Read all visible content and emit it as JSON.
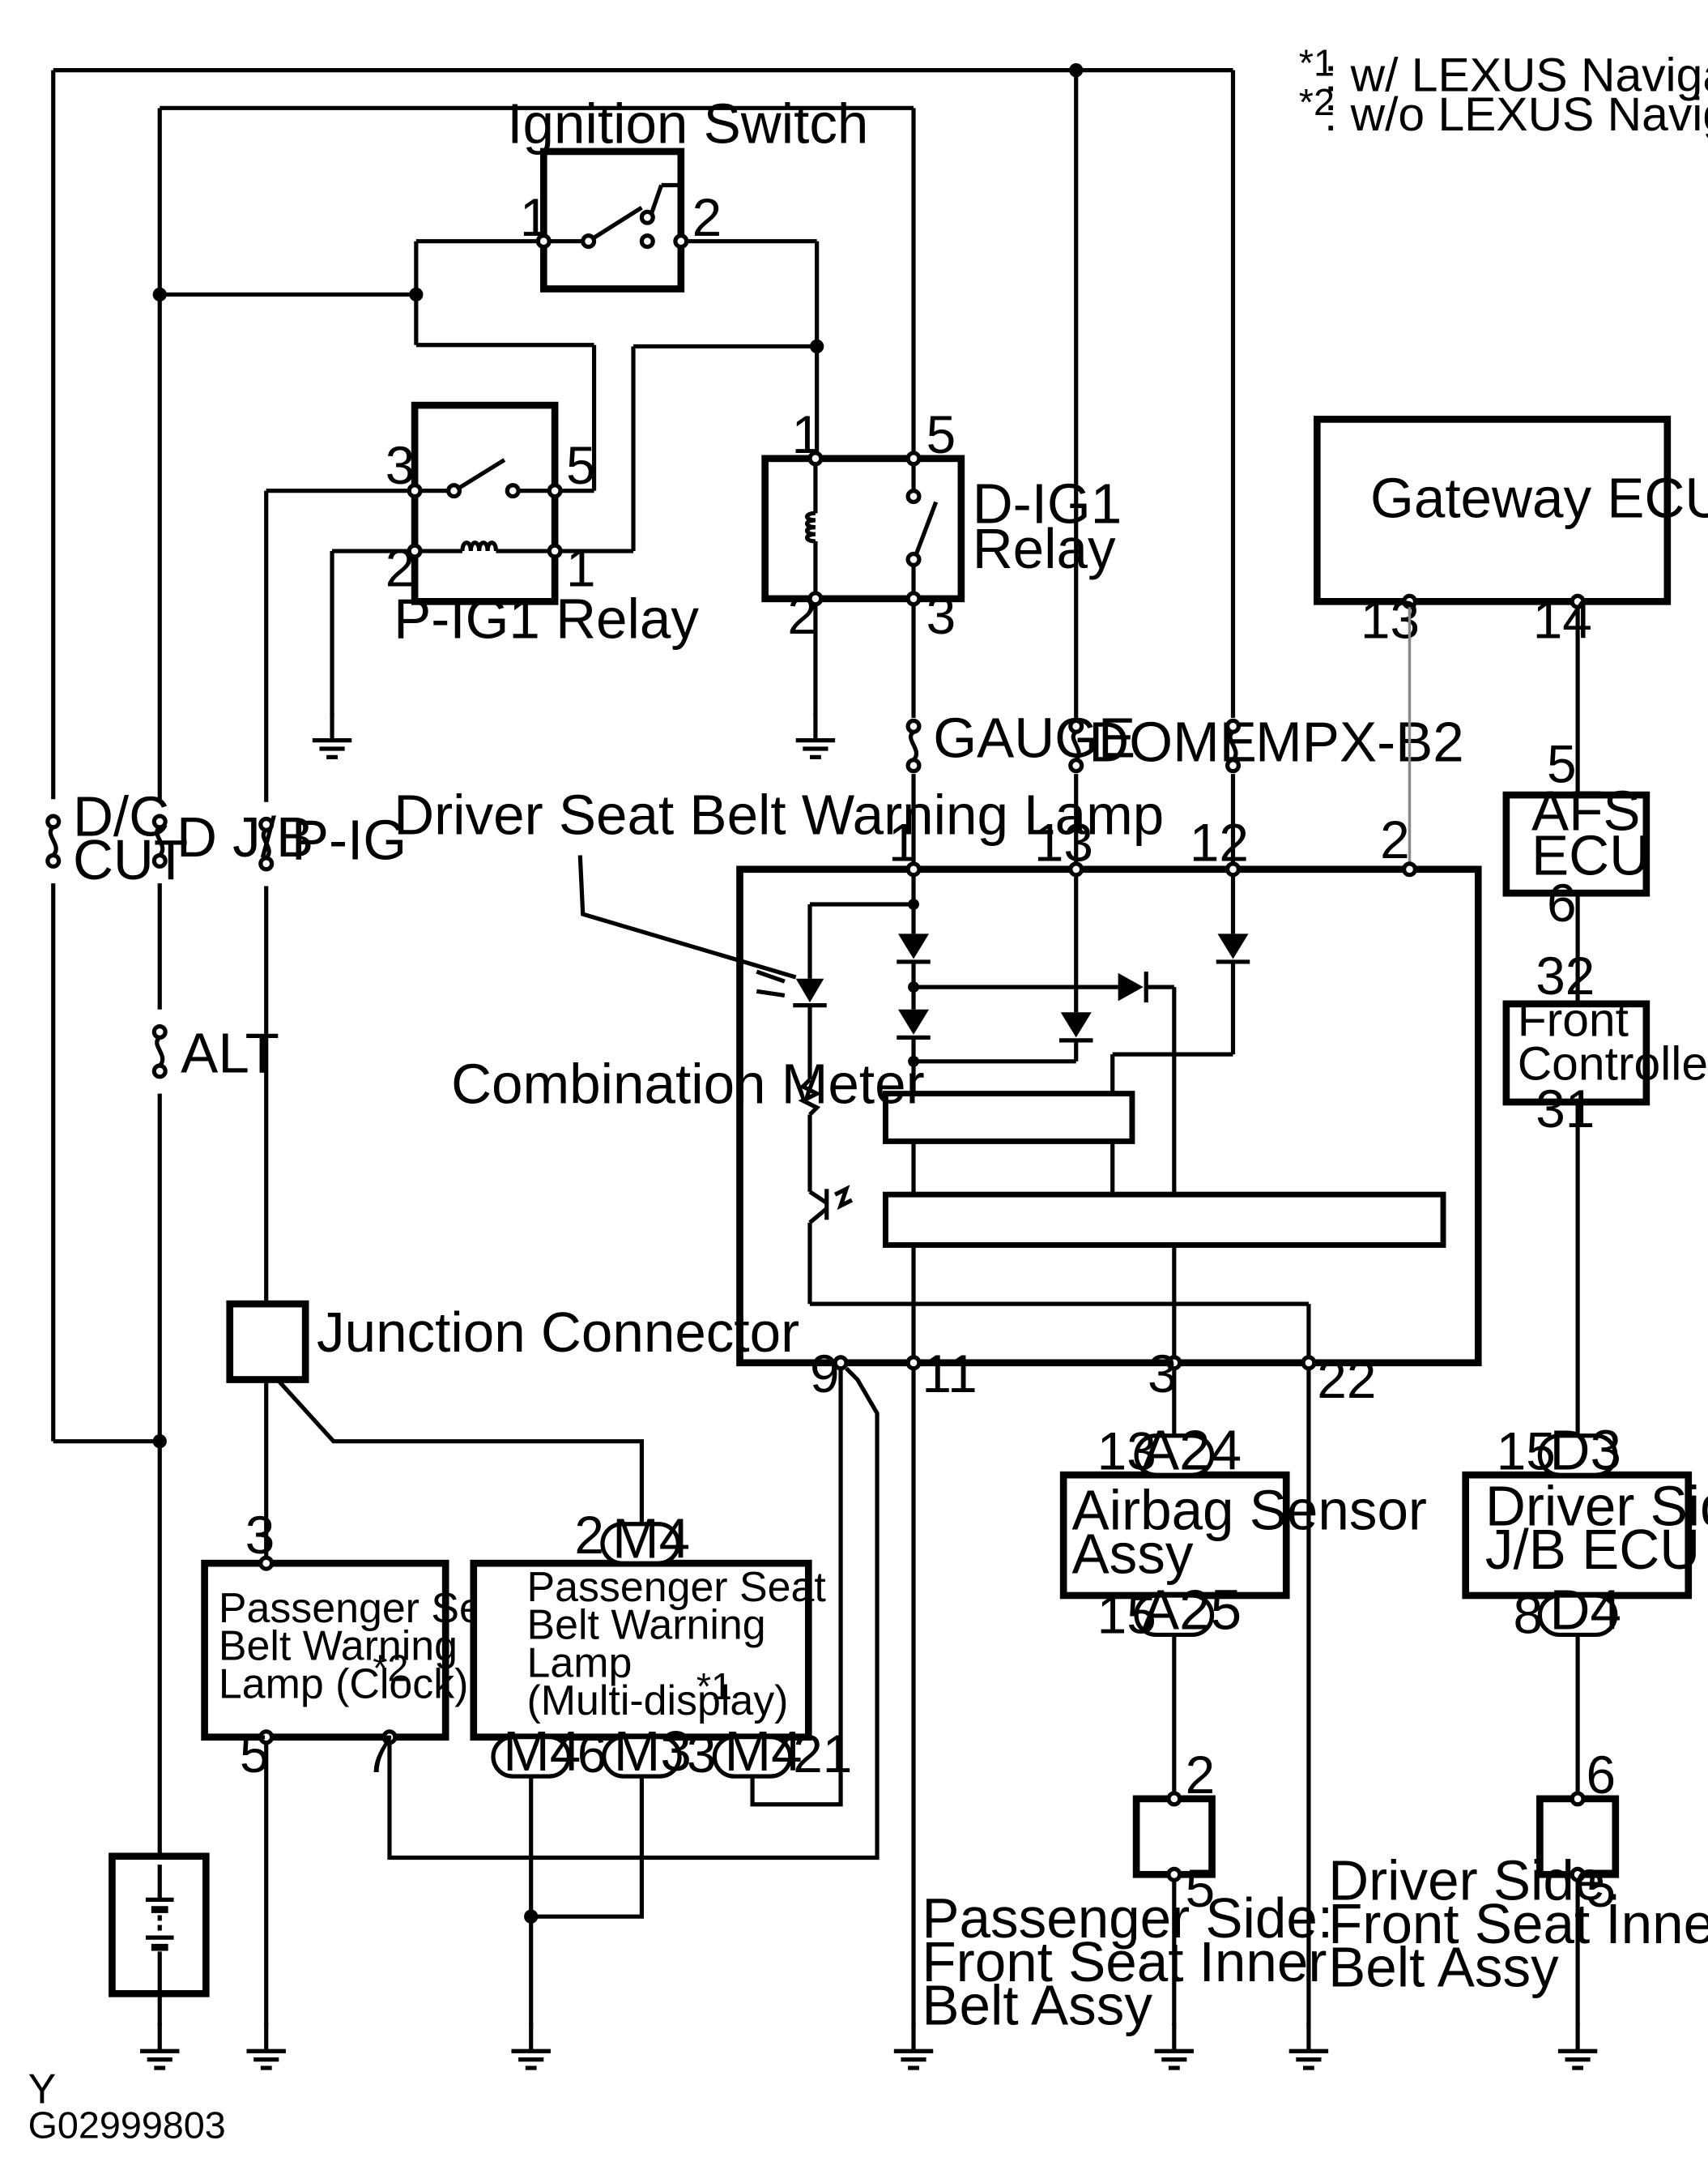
{
  "notes": {
    "n1_mark": "*1",
    "n1_text": ": w/ LEXUS Navigation",
    "n2_mark": "*2",
    "n2_text": ": w/o LEXUS Navigation"
  },
  "components": {
    "ignition_switch": "Ignition Switch",
    "p_ig1_relay": "P-IG1  Relay",
    "d_ig1_relay_l1": "D-IG1",
    "d_ig1_relay_l2": "Relay",
    "gateway_ecu": "Gateway ECU",
    "afs_ecu_l1": "AFS",
    "afs_ecu_l2": "ECU",
    "front_controller_l1": "Front",
    "front_controller_l2": "Controller",
    "combination_meter": "Combination Meter",
    "driver_seat_belt_warning_lamp": "Driver Seat Belt Warning Lamp",
    "junction_connector": "Junction Connector",
    "airbag_sensor_l1": "Airbag Sensor",
    "airbag_sensor_l2": "Assy",
    "driver_jb_ecu_l1": "Driver Side",
    "driver_jb_ecu_l2": "J/B ECU",
    "pass_lamp_clock_l1": "Passenger Seat",
    "pass_lamp_clock_l2": "Belt Warning",
    "pass_lamp_clock_l3": "Lamp (Clock)",
    "pass_lamp_clock_sup": "*2",
    "pass_lamp_multi_l1": "Passenger Seat",
    "pass_lamp_multi_l2": "Belt Warning",
    "pass_lamp_multi_l3": "Lamp",
    "pass_lamp_multi_l4": "(Multi-display)",
    "pass_lamp_multi_sup": "*1",
    "pass_belt_l1": "Passenger Side:",
    "pass_belt_l2": "Front  Seat Inner",
    "pass_belt_l3": "Belt Assy",
    "drv_belt_l1": "Driver Side:",
    "drv_belt_l2": "Front Seat Inner",
    "drv_belt_l3": "Belt Assy"
  },
  "fuses": {
    "dc_cut_l1": "D/C",
    "dc_cut_l2": "CUT",
    "d_jb": "D J/B",
    "p_ig": "P-IG",
    "alt": "ALT",
    "gauge": "GAUGE",
    "dome": "DOME",
    "mpx_b2": "MPX-B2"
  },
  "connectors": {
    "m4_a": "M4",
    "m4_b": "M4",
    "m3": "M3",
    "m4_c": "M4",
    "a24": "A24",
    "a25": "A25",
    "d3": "D3",
    "d4": "D4"
  },
  "pins": {
    "ig_1": "1",
    "ig_2": "2",
    "pr_3": "3",
    "pr_5": "5",
    "pr_2": "2",
    "pr_1": "1",
    "dr_1": "1",
    "dr_5": "5",
    "dr_2": "2",
    "dr_3": "3",
    "gw_13": "13",
    "gw_14": "14",
    "afs_5": "5",
    "afs_6": "6",
    "fc_32": "32",
    "fc_31": "31",
    "cm_1": "1",
    "cm_13": "13",
    "cm_12": "12",
    "cm_2": "2",
    "cm_9": "9",
    "cm_11": "11",
    "cm_3": "3",
    "cm_22": "22",
    "a24_13": "13",
    "a25_15": "15",
    "d3_15": "15",
    "d4_8": "8",
    "clk_3": "3",
    "clk_5": "5",
    "clk_7": "7",
    "m4_2": "2",
    "m3_6": "6",
    "m4_3": "3",
    "m4_21": "21",
    "pb_2": "2",
    "pb_5": "5",
    "db_6": "6",
    "db_5": "5"
  },
  "footer": {
    "code1": "Y",
    "code2": "G02999803"
  }
}
